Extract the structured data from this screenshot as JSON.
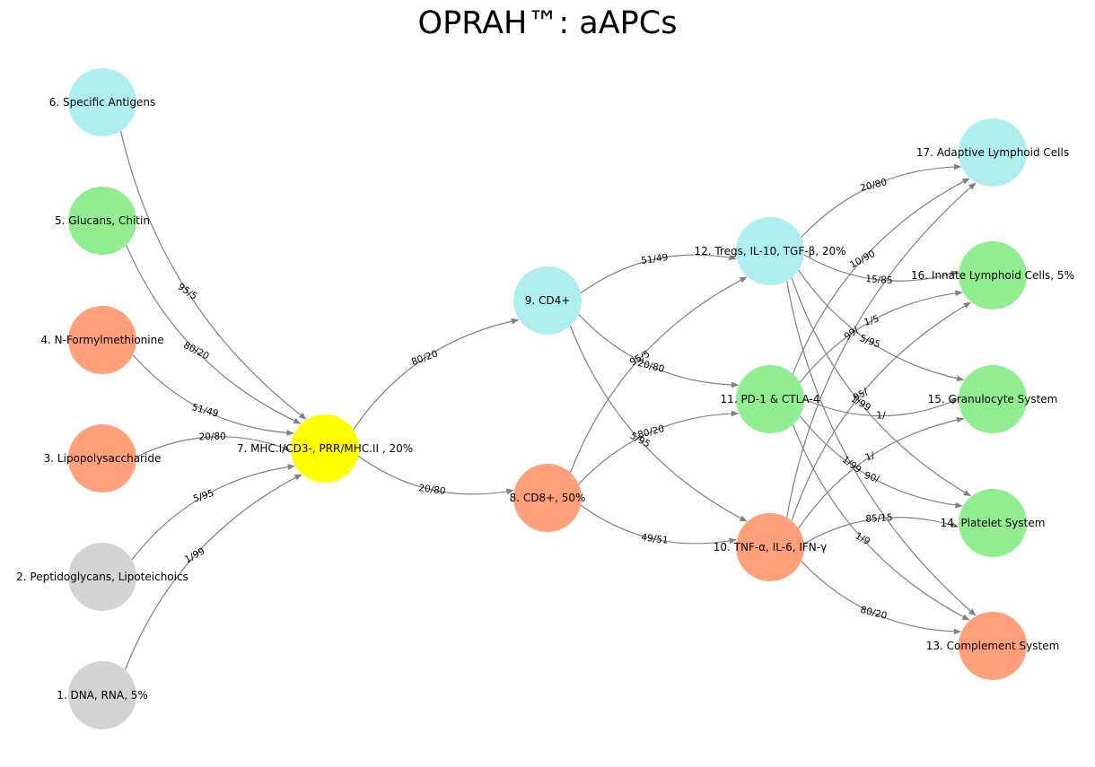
{
  "title": "OPRAH™: aAPCs",
  "colors": {
    "grey": "#d3d3d3",
    "salmon": "#ffa07a",
    "green": "#90ee90",
    "cyan": "#afeeee",
    "yellow": "#ffff00",
    "edge": "#808080"
  },
  "nodes": [
    {
      "id": "n1",
      "label": "1. DNA, RNA,  5%",
      "color": "grey"
    },
    {
      "id": "n2",
      "label": "2. Peptidoglycans, Lipoteichoics",
      "color": "grey"
    },
    {
      "id": "n3",
      "label": "3. Lipopolysaccharide",
      "color": "salmon"
    },
    {
      "id": "n4",
      "label": "4. N-Formylmethionine",
      "color": "salmon"
    },
    {
      "id": "n5",
      "label": "5. Glucans, Chitin",
      "color": "green"
    },
    {
      "id": "n6",
      "label": "6. Specific Antigens",
      "color": "cyan"
    },
    {
      "id": "n7",
      "label": "7. MHC.I/CD3-, PRR/MHC.II , 20%",
      "color": "yellow"
    },
    {
      "id": "n8",
      "label": "8. CD8+, 50%",
      "color": "salmon"
    },
    {
      "id": "n9",
      "label": "9. CD4+",
      "color": "cyan"
    },
    {
      "id": "n10",
      "label": "10. TNF-α, IL-6, IFN-γ",
      "color": "salmon"
    },
    {
      "id": "n11",
      "label": "11. PD-1 & CTLA-4",
      "color": "green"
    },
    {
      "id": "n12",
      "label": "12. Tregs, IL-10, TGF-β, 20%",
      "color": "cyan"
    },
    {
      "id": "n13",
      "label": "13. Complement System",
      "color": "salmon"
    },
    {
      "id": "n14",
      "label": "14. Platelet System",
      "color": "green"
    },
    {
      "id": "n15",
      "label": "15. Granulocyte System",
      "color": "green"
    },
    {
      "id": "n16",
      "label": "16. Innate Lymphoid Cells, 5%",
      "color": "green"
    },
    {
      "id": "n17",
      "label": "17. Adaptive Lymphoid Cells",
      "color": "cyan"
    }
  ],
  "edges": [
    {
      "from": "n1",
      "to": "n7",
      "label": "1/99"
    },
    {
      "from": "n2",
      "to": "n7",
      "label": "5/95"
    },
    {
      "from": "n3",
      "to": "n7",
      "label": "20/80"
    },
    {
      "from": "n4",
      "to": "n7",
      "label": "51/49"
    },
    {
      "from": "n5",
      "to": "n7",
      "label": "80/20"
    },
    {
      "from": "n6",
      "to": "n7",
      "label": "95/5"
    },
    {
      "from": "n7",
      "to": "n9",
      "label": "80/20"
    },
    {
      "from": "n7",
      "to": "n8",
      "label": "20/80"
    },
    {
      "from": "n9",
      "to": "n12",
      "label": "51/49"
    },
    {
      "from": "n9",
      "to": "n11",
      "label": "20/80"
    },
    {
      "from": "n9",
      "to": "n10",
      "label": "5/95"
    },
    {
      "from": "n8",
      "to": "n12",
      "label": "95/5"
    },
    {
      "from": "n8",
      "to": "n11",
      "label": "80/20"
    },
    {
      "from": "n8",
      "to": "n10",
      "label": "49/51"
    },
    {
      "from": "n12",
      "to": "n17",
      "label": "20/80"
    },
    {
      "from": "n12",
      "to": "n16",
      "label": "15/85"
    },
    {
      "from": "n12",
      "to": "n15",
      "label": "5/95"
    },
    {
      "from": "n12",
      "to": "n14",
      "label": "1/99"
    },
    {
      "from": "n12",
      "to": "n13",
      "label": "1/99"
    },
    {
      "from": "n11",
      "to": "n17",
      "label": "10/90"
    },
    {
      "from": "n11",
      "to": "n16",
      "label": "1/5"
    },
    {
      "from": "n11",
      "to": "n15",
      "label": "1/"
    },
    {
      "from": "n11",
      "to": "n14",
      "label": "90/"
    },
    {
      "from": "n11",
      "to": "n13",
      "label": "1/9"
    },
    {
      "from": "n10",
      "to": "n17",
      "label": "99/"
    },
    {
      "from": "n10",
      "to": "n16",
      "label": "95/"
    },
    {
      "from": "n10",
      "to": "n15",
      "label": "1/"
    },
    {
      "from": "n10",
      "to": "n14",
      "label": "85/15"
    },
    {
      "from": "n10",
      "to": "n13",
      "label": "80/20"
    }
  ]
}
